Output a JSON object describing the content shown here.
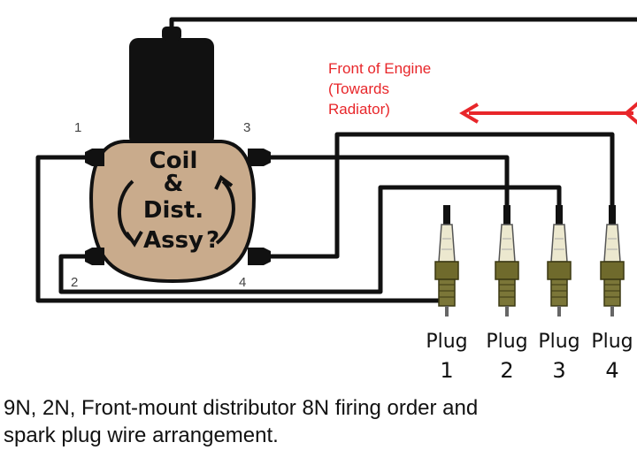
{
  "diagram": {
    "assembly_label": [
      "Coil",
      "&",
      "Dist.",
      "Assy"
    ],
    "terminal_numbers": [
      "1",
      "3",
      "2",
      "4"
    ],
    "direction_note": [
      "Front of Engine",
      "(Towards",
      "Radiator)"
    ],
    "plugs": [
      {
        "word": "Plug",
        "number": "1"
      },
      {
        "word": "Plug",
        "number": "2"
      },
      {
        "word": "Plug",
        "number": "3"
      },
      {
        "word": "Plug",
        "number": "4"
      }
    ],
    "caption": [
      "9N, 2N, Front-mount distributor 8N firing order and",
      "spark plug wire arrangement."
    ],
    "colors": {
      "wire": "#111111",
      "arrow": "#e8262a",
      "body": "#c9ab8c",
      "cap": "#111111",
      "plug_ceramic": "#ece8cf",
      "plug_steel": "#6f6a2c"
    }
  }
}
